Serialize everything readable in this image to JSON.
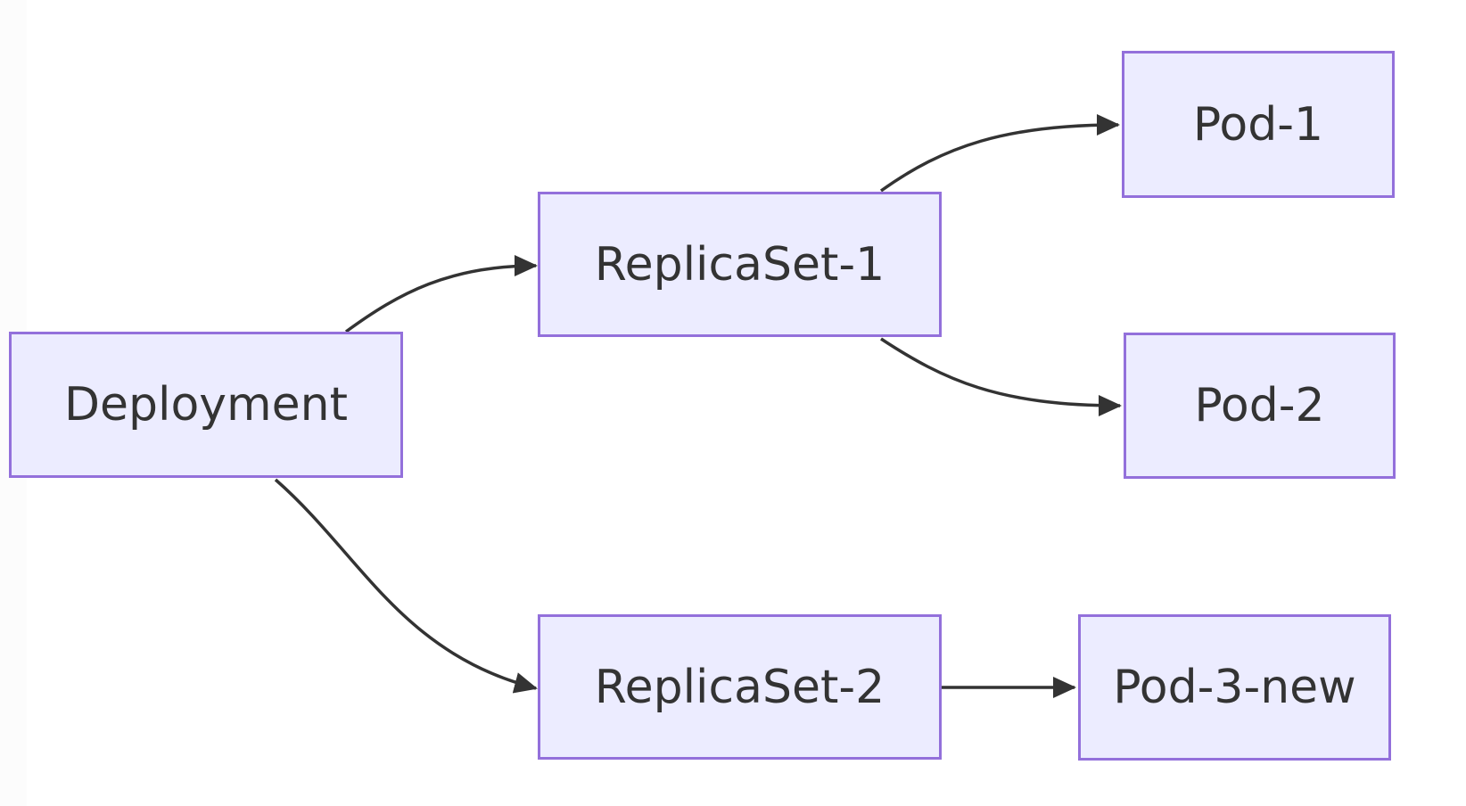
{
  "diagram": {
    "type": "flowchart",
    "direction": "left-to-right",
    "nodes": [
      {
        "id": "deployment",
        "label": "Deployment"
      },
      {
        "id": "replicaset-1",
        "label": "ReplicaSet-1"
      },
      {
        "id": "pod-1",
        "label": "Pod-1"
      },
      {
        "id": "pod-2",
        "label": "Pod-2"
      },
      {
        "id": "replicaset-2",
        "label": "ReplicaSet-2"
      },
      {
        "id": "pod-3-new",
        "label": "Pod-3-new"
      }
    ],
    "edges": [
      {
        "from": "deployment",
        "to": "replicaset-1",
        "style": "curved-arrow"
      },
      {
        "from": "replicaset-1",
        "to": "pod-1",
        "style": "curved-arrow"
      },
      {
        "from": "replicaset-1",
        "to": "pod-2",
        "style": "curved-arrow"
      },
      {
        "from": "deployment",
        "to": "replicaset-2",
        "style": "curved-arrow"
      },
      {
        "from": "replicaset-2",
        "to": "pod-3-new",
        "style": "straight-arrow"
      }
    ]
  },
  "colors": {
    "node_fill": "#ECECFF",
    "node_border": "#9370DB",
    "edge_line": "#333333",
    "node_text": "#333333",
    "background": "#FFFFFF"
  }
}
